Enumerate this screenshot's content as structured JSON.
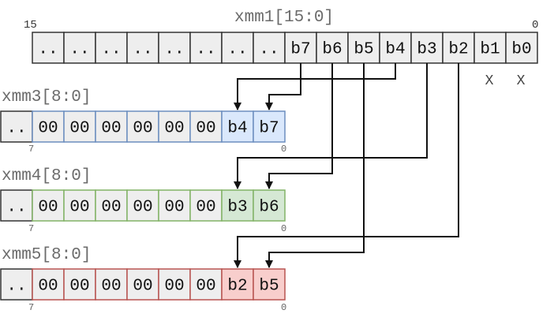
{
  "xmm1": {
    "label": "xmm1[15:0]",
    "high_index": "15",
    "low_index": "0",
    "cells": [
      "..",
      "..",
      "..",
      "..",
      "..",
      "..",
      "..",
      "..",
      "b7",
      "b6",
      "b5",
      "b4",
      "b3",
      "b2",
      "b1",
      "b0"
    ],
    "discard_marks": [
      "X",
      "X"
    ]
  },
  "xmm3": {
    "label": "xmm3[8:0]",
    "high_index": "7",
    "low_index": "0",
    "cells": [
      "..",
      "00",
      "00",
      "00",
      "00",
      "00",
      "00",
      "b4",
      "b7"
    ],
    "colors": {
      "fill": "#dae8fc",
      "stroke": "#6c8ebf"
    }
  },
  "xmm4": {
    "label": "xmm4[8:0]",
    "high_index": "7",
    "low_index": "0",
    "cells": [
      "..",
      "00",
      "00",
      "00",
      "00",
      "00",
      "00",
      "b3",
      "b6"
    ],
    "colors": {
      "fill": "#d5e8d4",
      "stroke": "#82b366"
    }
  },
  "xmm5": {
    "label": "xmm5[8:0]",
    "high_index": "7",
    "low_index": "0",
    "cells": [
      "..",
      "00",
      "00",
      "00",
      "00",
      "00",
      "00",
      "b2",
      "b5"
    ],
    "colors": {
      "fill": "#f8cecc",
      "stroke": "#b85450"
    }
  },
  "colors": {
    "neutral_fill": "#eeeeee",
    "neutral_stroke": "#333333",
    "arrow": "#111111"
  }
}
